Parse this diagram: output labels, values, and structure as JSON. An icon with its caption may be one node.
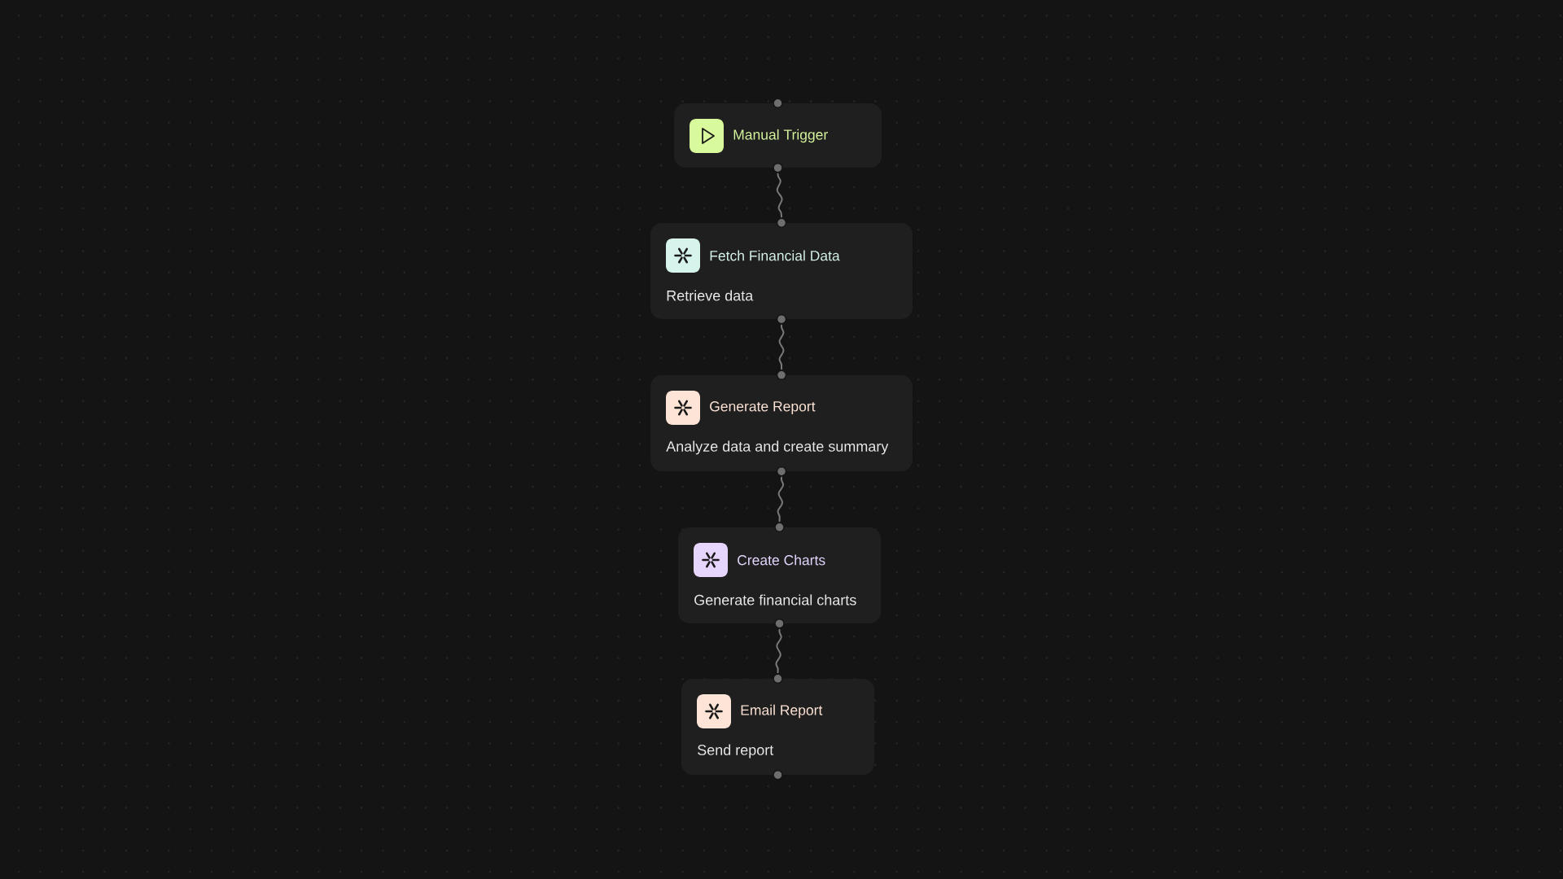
{
  "diagram": {
    "nodes": [
      {
        "text": [
          "Manual Trigger"
        ]
      },
      {
        "text": [
          "Fetch Financial Data",
          "Retrieve data"
        ]
      },
      {
        "text": [
          "Generate Report",
          "Analyze data and create summary"
        ]
      },
      {
        "text": [
          "Create Charts",
          "Generate financial charts"
        ]
      },
      {
        "text": [
          "Email Report",
          "Send report"
        ]
      }
    ],
    "edges": [
      {
        "from": 0,
        "to": 1,
        "arrow": "none"
      },
      {
        "from": 1,
        "to": 2,
        "arrow": "none"
      },
      {
        "from": 2,
        "to": 3,
        "arrow": "none"
      },
      {
        "from": 3,
        "to": 4,
        "arrow": "none"
      }
    ]
  }
}
